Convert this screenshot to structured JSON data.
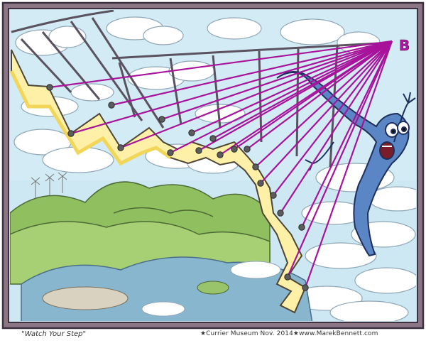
{
  "comic": {
    "title": "\"Watch Your Step\"",
    "credit": "★Currier Museum Nov. 2014★www.MarekBennett.com",
    "point_label": "B"
  },
  "colors": {
    "frame": "#8a7685",
    "sky": "#cde8f2",
    "ray": "#a8139b",
    "stair": "#fff0a8",
    "hill": "#8fbf5f",
    "creature": "#5b86c6"
  }
}
